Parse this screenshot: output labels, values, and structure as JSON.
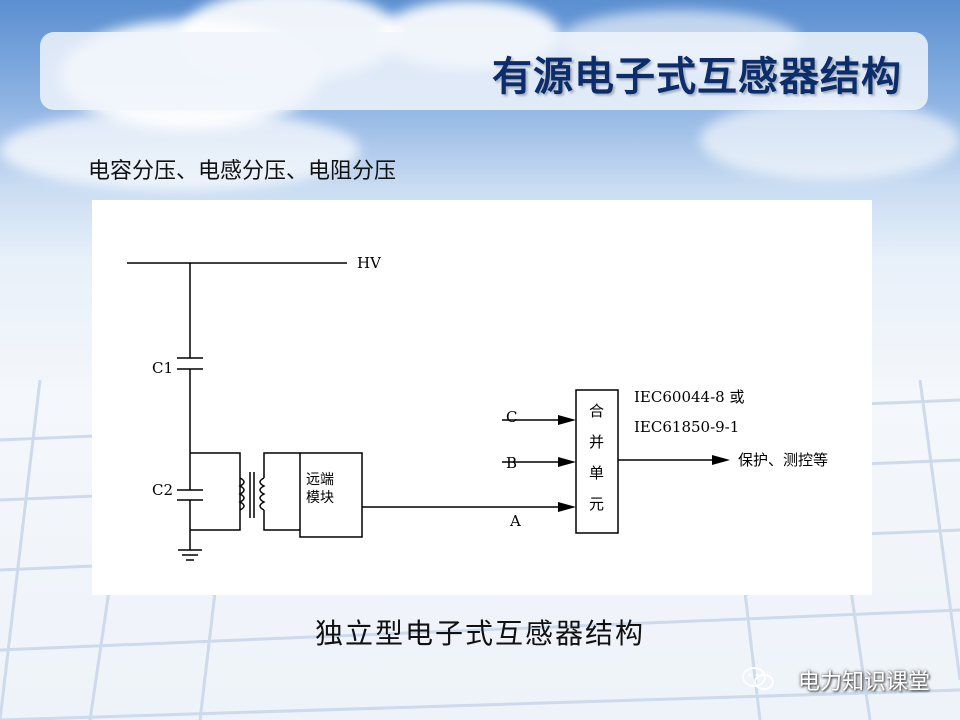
{
  "title": "有源电子式互感器结构",
  "subtitle": "电容分压、电感分压、电阻分压",
  "diagram": {
    "hv_label": "HV",
    "c1_label": "C1",
    "c2_label": "C2",
    "remote_module": [
      "远端",
      "模块"
    ],
    "input_c": "C",
    "input_b": "B",
    "input_a": "A",
    "merging_unit": [
      "合",
      "并",
      "单",
      "元"
    ],
    "standard_1": "IEC60044-8 或",
    "standard_2": "IEC61850-9-1",
    "output_label": "保护、测控等"
  },
  "caption": "独立型电子式互感器结构",
  "watermark": "电力知识课堂",
  "colors": {
    "title": "#0b2d6b",
    "line": "#000000"
  }
}
